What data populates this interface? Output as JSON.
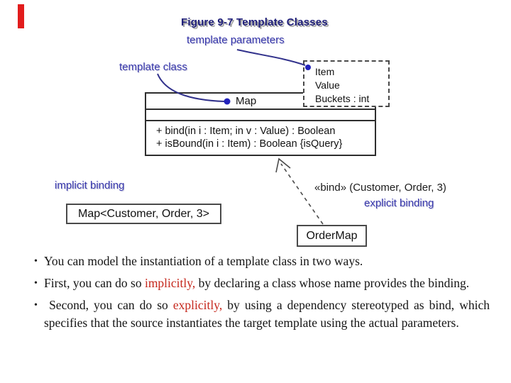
{
  "figure": {
    "title": "Figure 9-7 Template Classes",
    "labels": {
      "template_parameters": "template parameters",
      "template_class": "template class",
      "implicit_binding": "implicit binding",
      "explicit_binding": "explicit binding",
      "bind_stereotype": "«bind» (Customer, Order, 3)"
    },
    "map_class": {
      "name": "Map",
      "template_params": [
        "Item",
        "Value",
        "Buckets : int"
      ],
      "operations": [
        "+ bind(in i : Item; in v : Value) : Boolean",
        "+ isBound(in i : Item) : Boolean {isQuery}"
      ]
    },
    "implicit_instance": "Map<Customer, Order, 3>",
    "explicit_instance": "OrderMap"
  },
  "bullets": {
    "marker": "•",
    "items": [
      {
        "segments": [
          {
            "text": "You can model the instantiation of a template class in two ways.",
            "color": "default"
          }
        ]
      },
      {
        "segments": [
          {
            "text": "First, you can do so ",
            "color": "default"
          },
          {
            "text": "implicitly,",
            "color": "red"
          },
          {
            "text": " by declaring a class whose name provides the binding.",
            "color": "default"
          }
        ]
      },
      {
        "segments": [
          {
            "text": " Second, you can do so ",
            "color": "default"
          },
          {
            "text": "explicitly,",
            "color": "red"
          },
          {
            "text": " by using a dependency stereotyped as bind, which specifies that the source instantiates the target template using the actual parameters.",
            "color": "default"
          }
        ]
      }
    ]
  },
  "colors": {
    "accent_red": "#e21c1c",
    "label_blue": "#3939ad",
    "title_navy": "#20207a",
    "red_text": "#c5271c",
    "connector_navy": "#32328c",
    "anchor_dot_blue": "#2222bb"
  }
}
